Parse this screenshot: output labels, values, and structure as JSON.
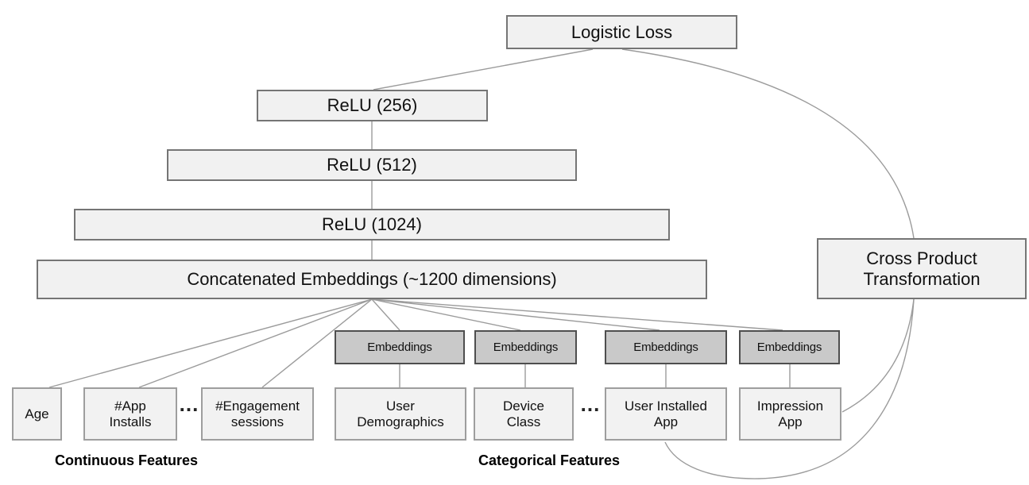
{
  "nodes": {
    "logistic_loss": {
      "label": "Logistic Loss"
    },
    "relu_256": {
      "label": "ReLU (256)"
    },
    "relu_512": {
      "label": "ReLU (512)"
    },
    "relu_1024": {
      "label": "ReLU (1024)"
    },
    "concatenated_embeddings": {
      "label": "Concatenated Embeddings (~1200 dimensions)"
    },
    "cross_product_transformation": {
      "label": "Cross Product\nTransformation"
    }
  },
  "embedding_boxes": [
    {
      "label": "Embeddings"
    },
    {
      "label": "Embeddings"
    },
    {
      "label": "Embeddings"
    },
    {
      "label": "Embeddings"
    }
  ],
  "feature_boxes": {
    "age": {
      "label": "Age"
    },
    "app_installs": {
      "label": "#App\nInstalls"
    },
    "engagement_sessions": {
      "label": "#Engagement\nsessions"
    },
    "user_demographics": {
      "label": "User\nDemographics"
    },
    "device_class": {
      "label": "Device\nClass"
    },
    "user_installed_app": {
      "label": "User Installed\nApp"
    },
    "impression_app": {
      "label": "Impression\nApp"
    }
  },
  "ellipsis": {
    "continuous": "...",
    "categorical": "..."
  },
  "group_labels": {
    "continuous": "Continuous Features",
    "categorical": "Categorical Features"
  },
  "colors": {
    "light_box_fill": "#f1f1f1",
    "light_box_border": "#757575",
    "feature_box_fill": "#f2f2f2",
    "feature_box_border": "#9e9e9e",
    "embedding_box_fill": "#c9c9c9",
    "embedding_box_border": "#4e4e4e",
    "line_color": "#9b9b9b",
    "text_color": "#111111"
  }
}
